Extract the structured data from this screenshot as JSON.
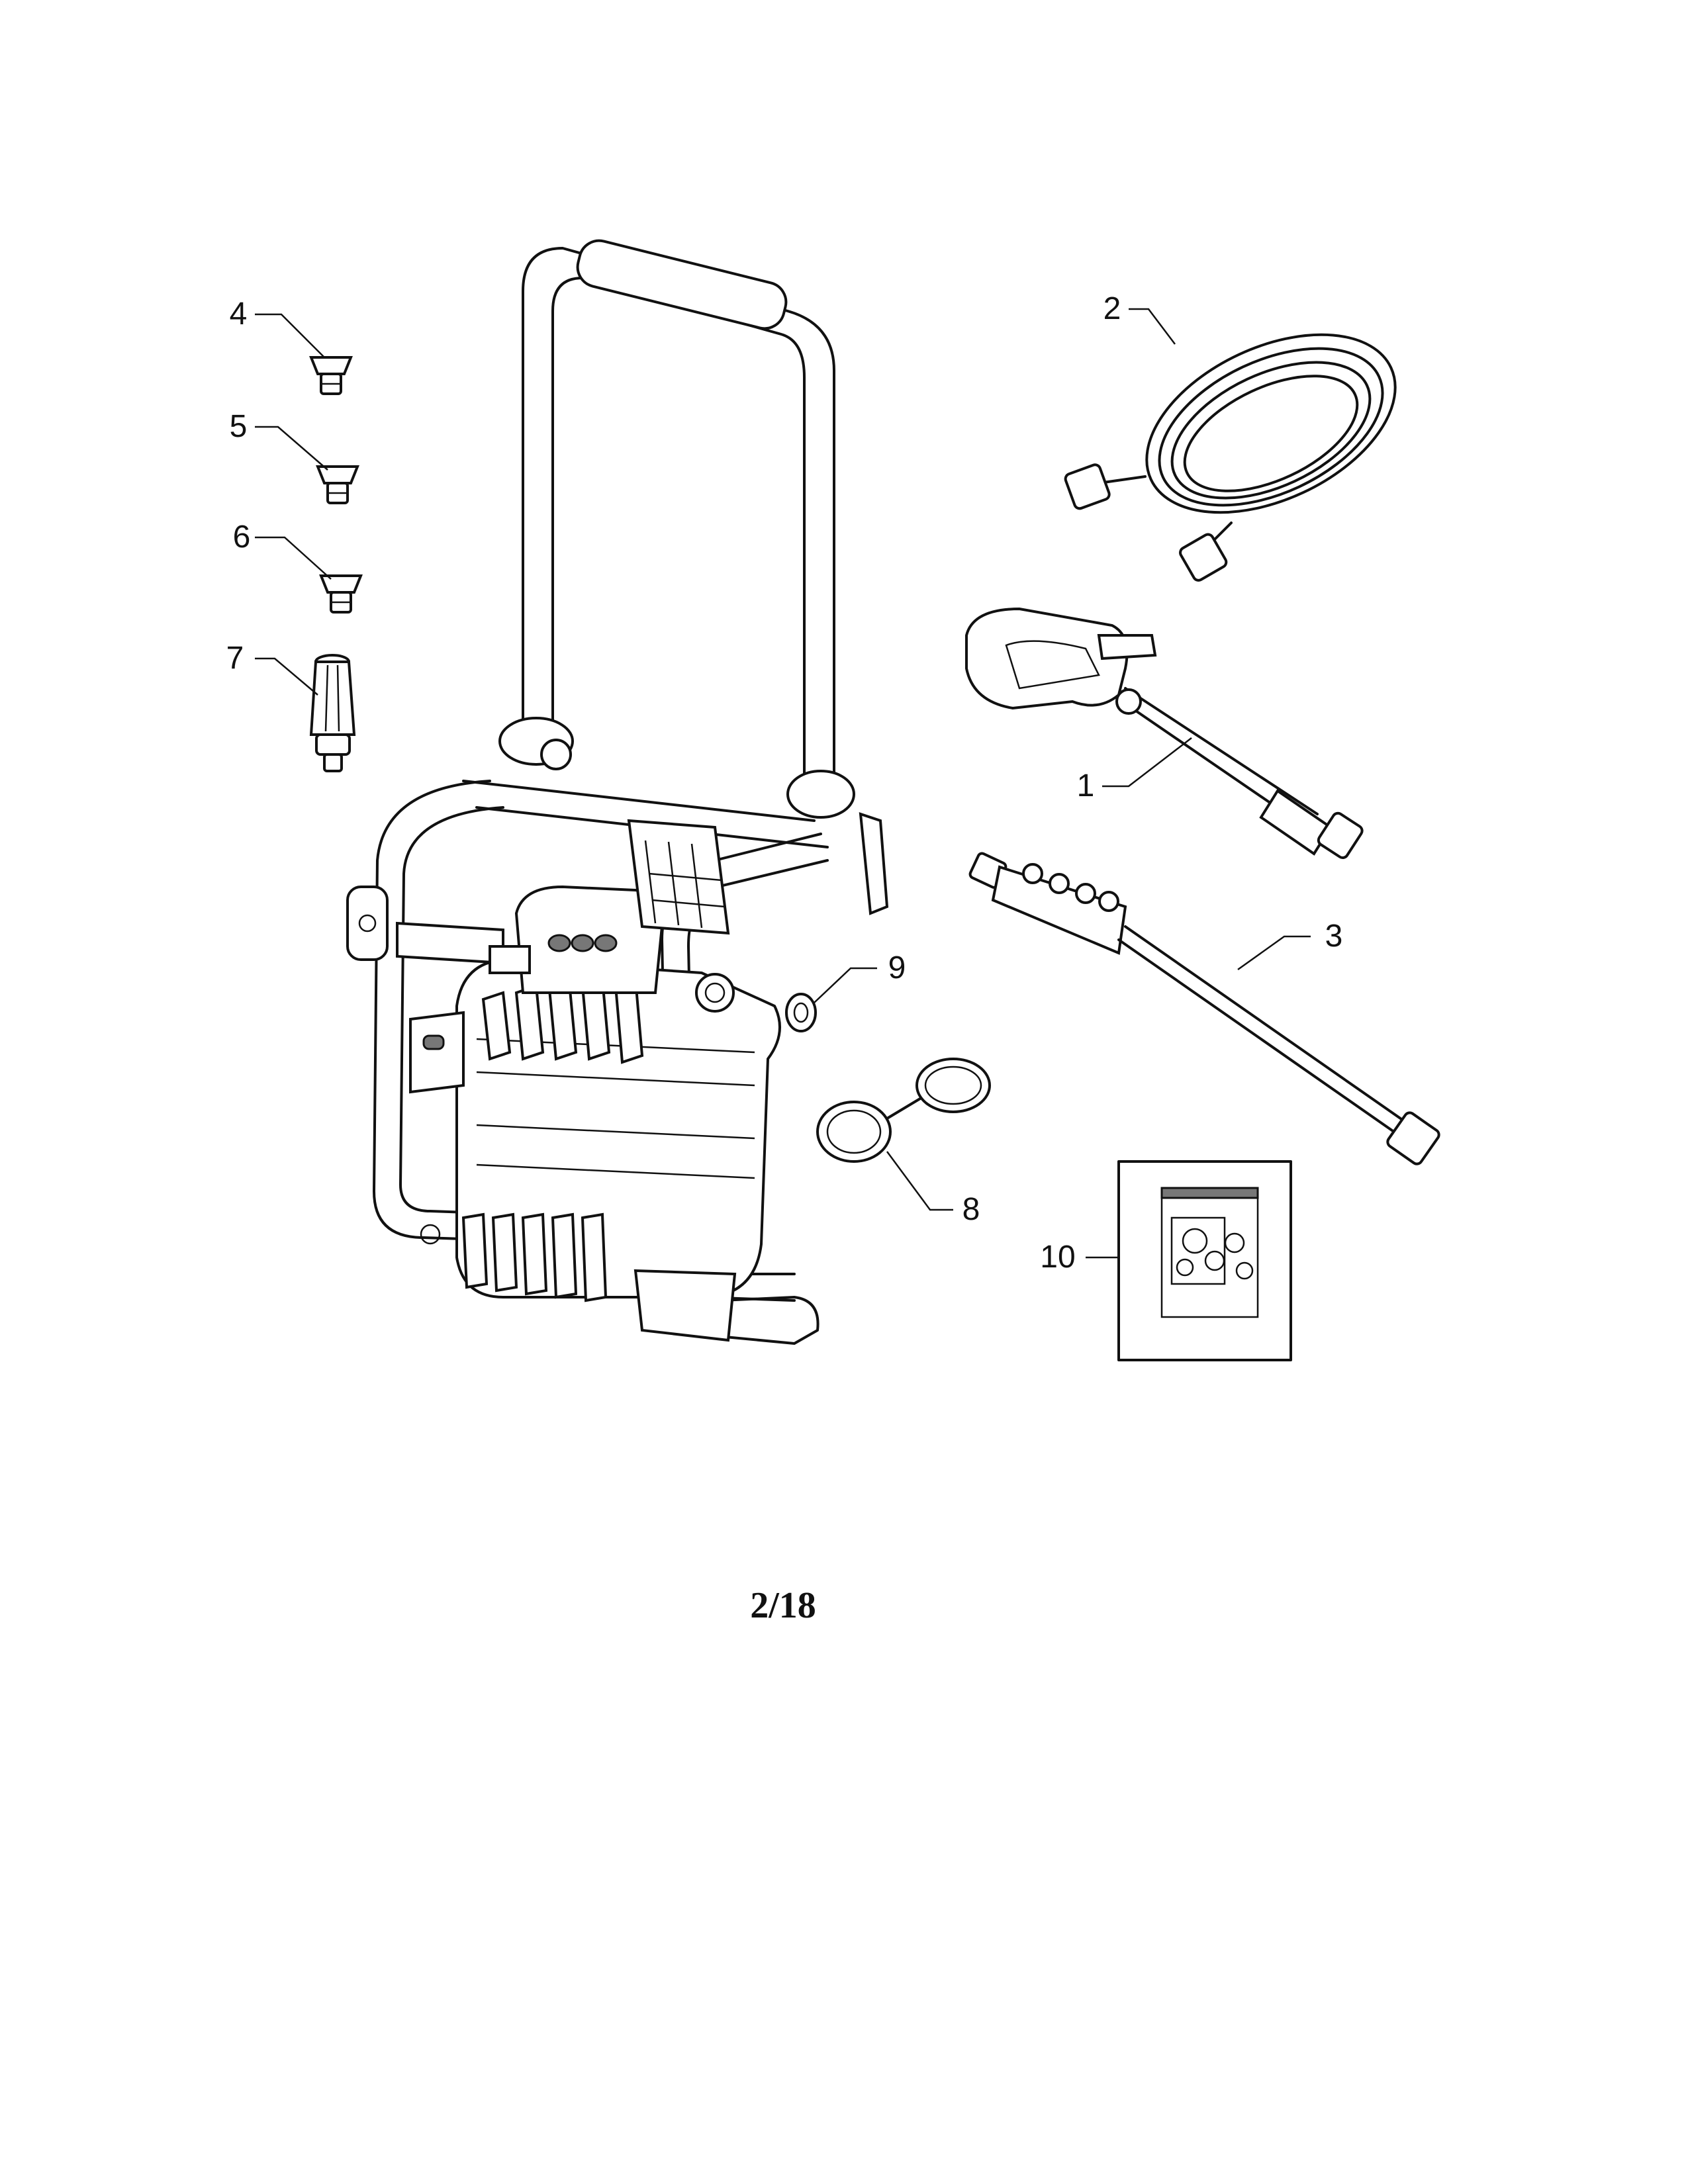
{
  "callouts": {
    "c1": "1",
    "c2": "2",
    "c3": "3",
    "c4": "4",
    "c5": "5",
    "c6": "6",
    "c7": "7",
    "c8": "8",
    "c9": "9",
    "c10": "10"
  },
  "page_number": "2/18"
}
